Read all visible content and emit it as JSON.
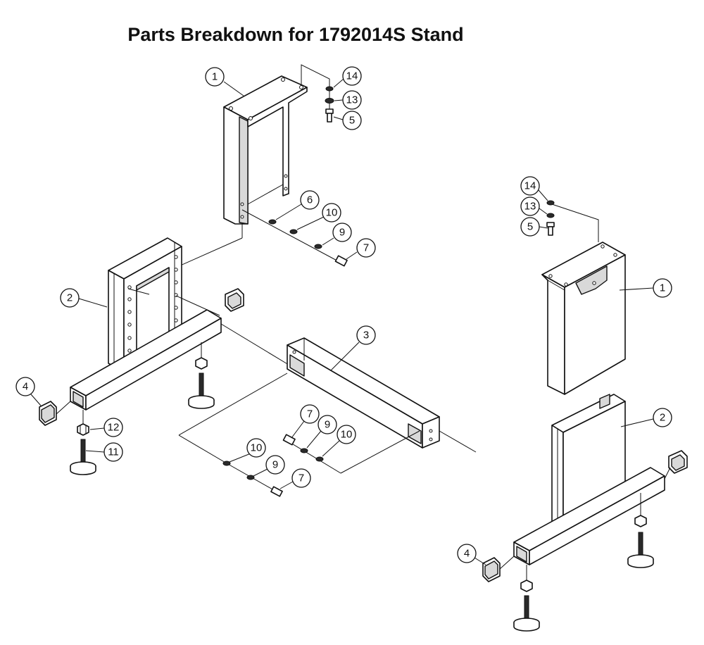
{
  "title": "Parts Breakdown for 1792014S Stand",
  "callouts": [
    {
      "label": "1"
    },
    {
      "label": "14"
    },
    {
      "label": "13"
    },
    {
      "label": "5"
    },
    {
      "label": "6"
    },
    {
      "label": "10"
    },
    {
      "label": "9"
    },
    {
      "label": "7"
    },
    {
      "label": "2"
    },
    {
      "label": "3"
    },
    {
      "label": "4"
    },
    {
      "label": "12"
    },
    {
      "label": "11"
    },
    {
      "label": "7"
    },
    {
      "label": "9"
    },
    {
      "label": "10"
    },
    {
      "label": "10"
    },
    {
      "label": "9"
    },
    {
      "label": "7"
    },
    {
      "label": "14"
    },
    {
      "label": "13"
    },
    {
      "label": "5"
    },
    {
      "label": "1"
    },
    {
      "label": "2"
    },
    {
      "label": "4"
    }
  ]
}
